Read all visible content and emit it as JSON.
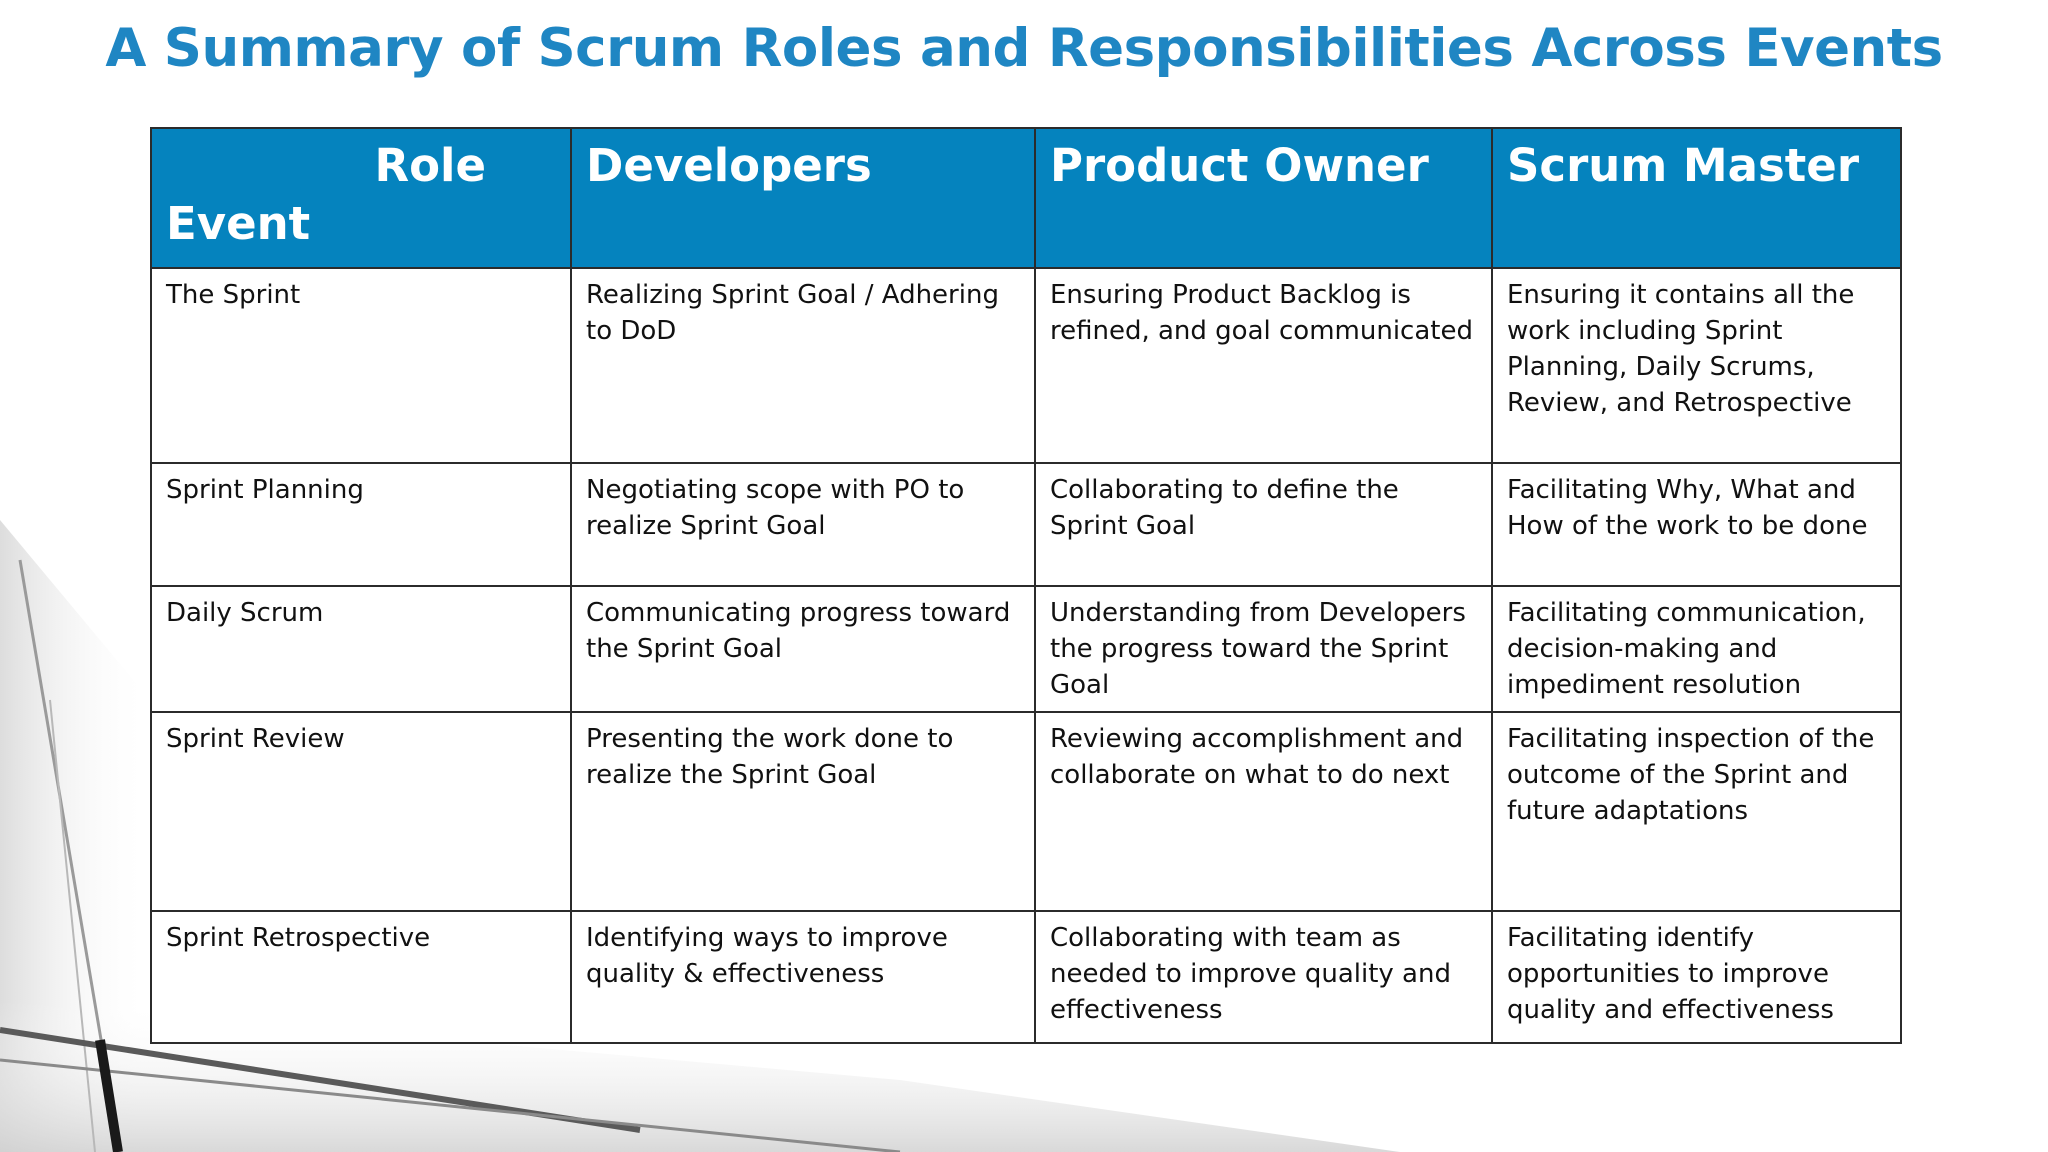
{
  "title": "A Summary of Scrum Roles and Responsibilities Across Events",
  "colors": {
    "title": "#1f86c3",
    "header_bg": "#0583be",
    "header_text": "#ffffff",
    "border": "#2b2b2b"
  },
  "table": {
    "corner_role": "Role",
    "corner_event": "Event",
    "columns": [
      "Developers",
      "Product Owner",
      "Scrum Master"
    ],
    "rows": [
      {
        "event": "The Sprint",
        "cells": [
          "Realizing Sprint Goal / Adhering to DoD",
          "Ensuring Product Backlog is refined, and goal communicated",
          "Ensuring it contains all the work including Sprint Planning, Daily Scrums, Review, and Retrospective"
        ]
      },
      {
        "event": "Sprint Planning",
        "cells": [
          "Negotiating scope with PO to realize Sprint Goal",
          "Collaborating to define the Sprint Goal",
          "Facilitating Why, What and How of the work to be done"
        ]
      },
      {
        "event": "Daily Scrum",
        "cells": [
          "Communicating progress toward the Sprint Goal",
          "Understanding from Developers the progress toward the Sprint Goal",
          "Facilitating communication, decision-making and impediment resolution"
        ]
      },
      {
        "event": "Sprint Review",
        "cells": [
          "Presenting the work done to realize the Sprint Goal",
          "Reviewing accomplishment and collaborate on what to do next",
          "Facilitating inspection of the outcome of the Sprint and future adaptations"
        ]
      },
      {
        "event": "Sprint Retrospective",
        "cells": [
          "Identifying ways to improve quality & effectiveness",
          "Collaborating with team as needed to improve quality and effectiveness",
          "Facilitating identify opportunities to improve quality and effectiveness"
        ]
      }
    ]
  }
}
